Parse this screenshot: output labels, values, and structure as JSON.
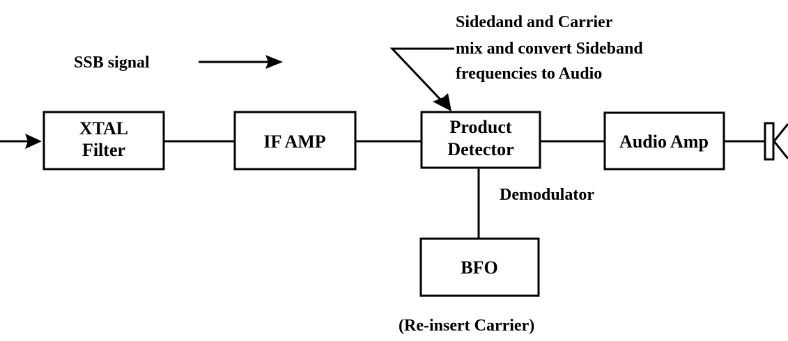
{
  "blocks": {
    "xtal_filter": {
      "line1": "XTAL",
      "line2": "Filter"
    },
    "if_amp": {
      "label": "IF AMP"
    },
    "product_detector": {
      "line1": "Product",
      "line2": "Detector"
    },
    "audio_amp": {
      "label": "Audio Amp"
    },
    "bfo": {
      "label": "BFO"
    }
  },
  "annotations": {
    "ssb_signal": "SSB signal",
    "mix_note": {
      "line1": "Sidedand and Carrier",
      "line2": "mix and convert  Sideband",
      "line3": "frequencies to Audio"
    },
    "demodulator": "Demodulator",
    "reinsert_carrier": "(Re-insert Carrier)"
  },
  "output_device_icon": "speaker-icon"
}
